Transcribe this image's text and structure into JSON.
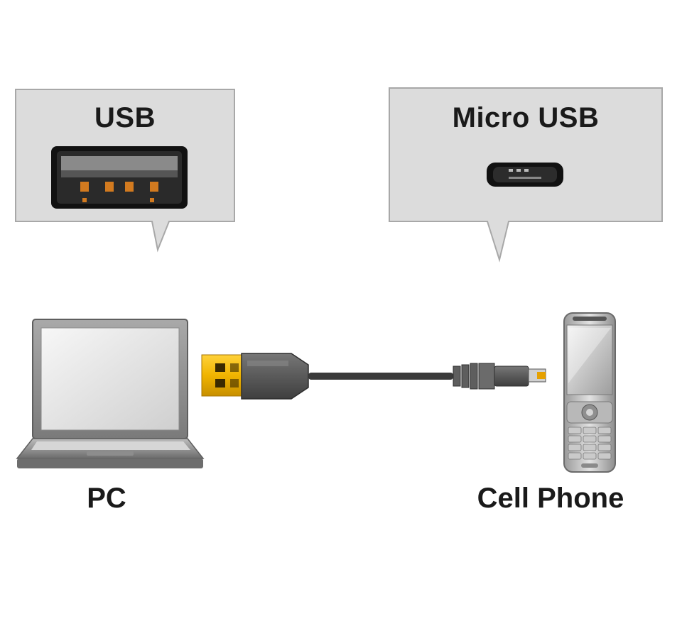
{
  "callouts": {
    "usb": {
      "title": "USB"
    },
    "micro_usb": {
      "title": "Micro USB"
    }
  },
  "devices": {
    "pc": {
      "label": "PC"
    },
    "phone": {
      "label": "Cell Phone"
    }
  },
  "colors": {
    "callout_fill": "#dcdcdc",
    "callout_border": "#a8a8a8",
    "connector_gold": "#f0b400",
    "cable": "#3a3a3a",
    "plug_body": "#5b5b5b",
    "phone_pin": "#e6a100"
  }
}
